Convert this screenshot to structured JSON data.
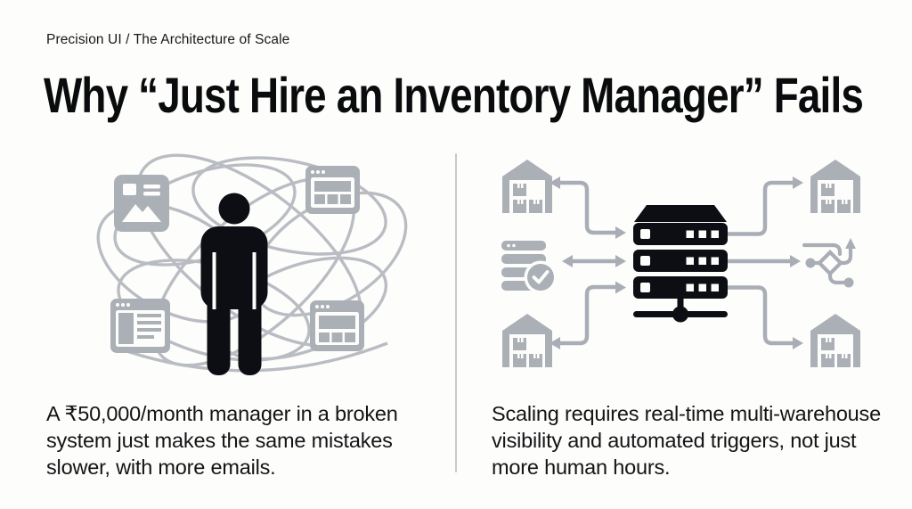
{
  "header": {
    "kicker": "Precision UI / The Architecture of Scale",
    "title": "Why “Just Hire an Inventory Manager” Fails"
  },
  "left_panel": {
    "caption": "A ₹50,000/month manager in a broken system just makes the same mistakes slower, with more emails.",
    "illustration": "overwhelmed manager standing in a tangle of scribbled lines surrounded by app windows",
    "icons": [
      "media-card-icon",
      "browser-window-icon",
      "person-silhouette-icon",
      "browser-window-icon",
      "browser-window-icon",
      "scribble-tangle"
    ]
  },
  "right_panel": {
    "caption": "Scaling requires real-time multi-warehouse visibility and automated triggers, not just more human hours.",
    "illustration": "central server rack exchanging data with warehouses, a verified database and an automated workflow",
    "icons": [
      "warehouse-icon",
      "warehouse-icon",
      "warehouse-icon",
      "warehouse-icon",
      "database-check-icon",
      "server-rack-icon",
      "workflow-branch-icon"
    ]
  },
  "colors": {
    "background": "#fdfdfb",
    "ink_black": "#0c0e13",
    "icon_gray": "#abb0b7",
    "arrow_gray": "#a9aeb6",
    "scribble_gray": "#b9bdc3",
    "divider_gray": "#c9cacc"
  }
}
